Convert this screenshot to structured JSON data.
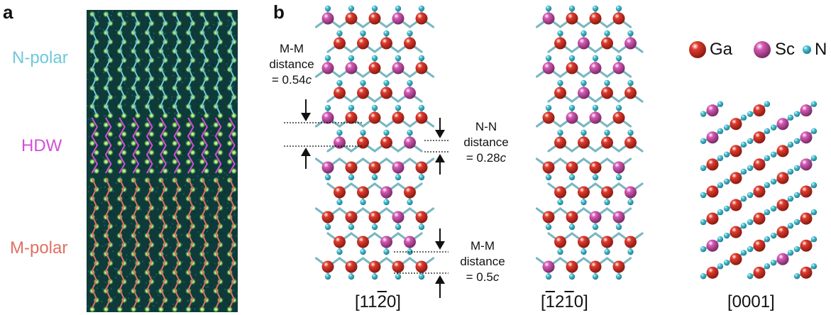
{
  "panel_a": {
    "letter": "a",
    "labels": {
      "n_polar": "N-polar",
      "hdw": "HDW",
      "m_polar": "M-polar"
    },
    "colors": {
      "n_polar": "#6ec9d9",
      "hdw": "#d24fd6",
      "m_polar": "#e07062",
      "image_bg": "#0e3a3a"
    }
  },
  "panel_b": {
    "letter": "b",
    "annotations": {
      "mm_top": {
        "lines": [
          "M-M",
          "distance",
          "= 0.54"
        ],
        "var": "c"
      },
      "nn": {
        "lines": [
          "N-N",
          "distance",
          "= 0.28"
        ],
        "var": "c"
      },
      "mm_bottom": {
        "lines": [
          "M-M",
          "distance",
          "= 0.5"
        ],
        "var": "c"
      }
    },
    "view_labels": {
      "v1": {
        "open": "[11",
        "bar": "2",
        "close": "0]"
      },
      "v2": {
        "open": "[",
        "bar1": "1",
        "mid": "2",
        "bar2": "1",
        "close": "0]"
      },
      "v3": "[0001]"
    },
    "legend": {
      "ga": "Ga",
      "sc": "Sc",
      "n": "N"
    },
    "colors": {
      "ga": "#e03b2e",
      "sc": "#d65ab5",
      "n": "#4fc5d8",
      "bond": "#7ab7c2"
    }
  }
}
